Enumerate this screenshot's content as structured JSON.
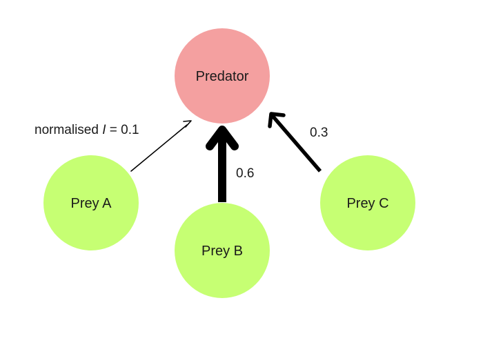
{
  "colors": {
    "predator_fill": "#f4a0a0",
    "prey_fill": "#c6ff73",
    "arrow": "#000000",
    "text": "#1a1a1a"
  },
  "nodes": {
    "predator": {
      "label": "Predator"
    },
    "prey_a": {
      "label": "Prey A"
    },
    "prey_b": {
      "label": "Prey B"
    },
    "prey_c": {
      "label": "Prey C"
    }
  },
  "edges": {
    "a_to_predator": {
      "prefix": "normalised ",
      "symbol": "I",
      "suffix": " = 0.1",
      "weight": 0.1
    },
    "b_to_predator": {
      "label": "0.6",
      "weight": 0.6
    },
    "c_to_predator": {
      "label": "0.3",
      "weight": 0.3
    }
  }
}
